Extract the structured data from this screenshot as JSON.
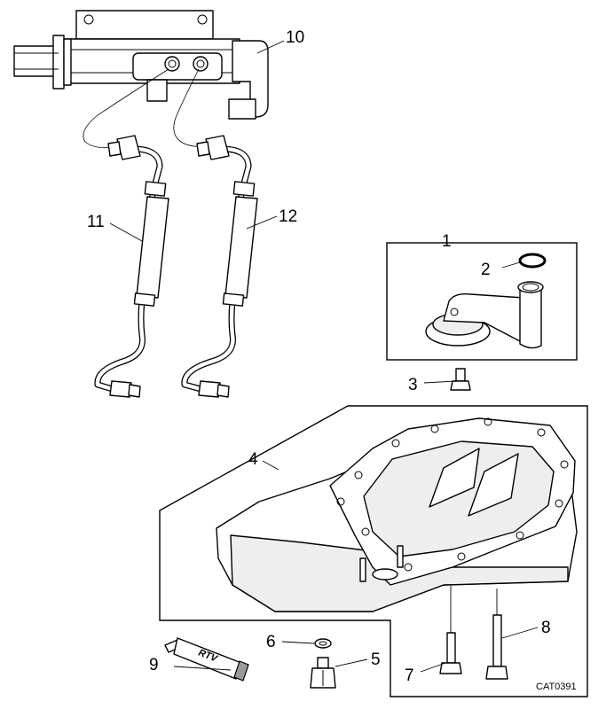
{
  "callouts": {
    "c1": "1",
    "c2": "2",
    "c3": "3",
    "c4": "4",
    "c5": "5",
    "c6": "6",
    "c7": "7",
    "c8": "8",
    "c9": "9",
    "c10": "10",
    "c11": "11",
    "c12": "12"
  },
  "tube_label": "RTV",
  "catalog_ref": "CAT0391"
}
